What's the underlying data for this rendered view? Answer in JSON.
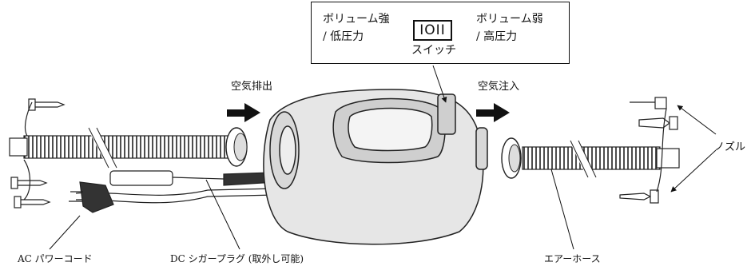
{
  "switch_panel": {
    "left_label_line1": "ボリューム強",
    "left_label_line2": "/ 低圧力",
    "symbol": "IOII",
    "symbol_caption": "スイッチ",
    "right_label_line1": "ボリューム弱",
    "right_label_line2": "/ 高圧力"
  },
  "labels": {
    "exhaust": "空気排出",
    "inflate": "空気注入",
    "nozzle": "ノズル",
    "ac_cord": "AC パワーコード",
    "dc_plug": "DC シガープラグ (取外し可能)",
    "air_hose": "エアーホース"
  }
}
